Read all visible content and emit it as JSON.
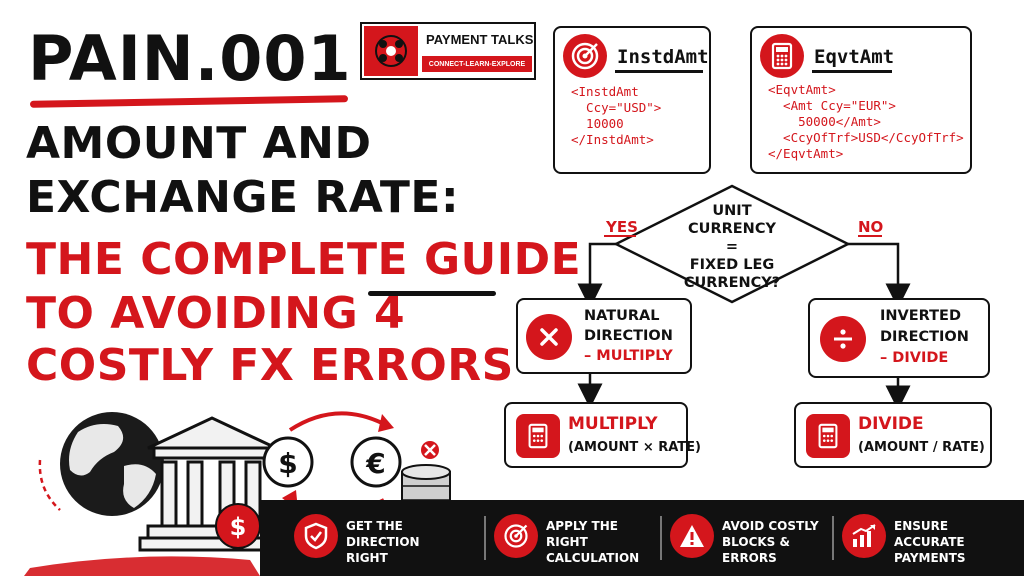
{
  "header": {
    "title": "PAIN.001",
    "line1": "AMOUNT AND",
    "line2": "EXCHANGE RATE:",
    "line3_a": "THE COMPLETE ",
    "line3_b": "GUIDE",
    "line4": "TO AVOIDING 4",
    "line5": "COSTLY FX ERRORS"
  },
  "logo": {
    "title": "PAYMENT TALKS",
    "tagline": "CONNECT-LEARN-EXPLORE"
  },
  "instd_card": {
    "heading": "InstdAmt",
    "lines": [
      "<InstdAmt",
      "  Ccy=\"USD\">",
      "  10000",
      "</InstdAmt>"
    ]
  },
  "eqvt_card": {
    "heading": "EqvtAmt",
    "lines": [
      "<EqvtAmt>",
      "  <Amt Ccy=\"EUR\">",
      "    50000</Amt>",
      "  <CcyOfTrf>USD</CcyOfTrf>",
      "</EqvtAmt>"
    ]
  },
  "flow": {
    "decision": [
      "UNIT",
      "CURRENCY =",
      "FIXED LEG",
      "CURRENCY?"
    ],
    "yes_label": "YES",
    "no_label": "NO",
    "natural": {
      "line1": "NATURAL",
      "line2": "DIRECTION",
      "line3": "– MULTIPLY"
    },
    "inverted": {
      "line1": "INVERTED",
      "line2": "DIRECTION",
      "line3": "– DIVIDE"
    },
    "multiply": {
      "title": "MULTIPLY",
      "sub": "(AMOUNT × RATE)"
    },
    "divide": {
      "title": "DIVIDE",
      "sub": "(AMOUNT / RATE)"
    }
  },
  "illustration": {
    "dollar": "$",
    "euro": "€"
  },
  "banner": [
    {
      "icon": "shield-check-icon",
      "line1": "GET THE DIRECTION",
      "line2": "RIGHT"
    },
    {
      "icon": "target-icon",
      "line1": "APPLY THE RIGHT",
      "line2": "CALCULATION"
    },
    {
      "icon": "warning-icon",
      "line1": "AVOID COSTLY",
      "line2": "BLOCKS & ERRORS"
    },
    {
      "icon": "growth-chart-icon",
      "line1": "ENSURE ACCURATE",
      "line2": "PAYMENTS"
    }
  ],
  "colors": {
    "accent": "#d4161c",
    "ink": "#111111",
    "banner": "#111111"
  }
}
